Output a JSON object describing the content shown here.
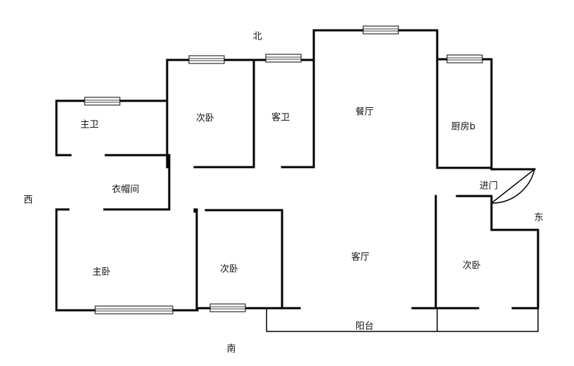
{
  "compass": {
    "north": "北",
    "south": "南",
    "west": "西",
    "east": "东"
  },
  "rooms": {
    "master_bath": "主卫",
    "bedroom_north": "次卧",
    "guest_bath": "客卫",
    "dining": "餐厅",
    "kitchen": "厨房b",
    "entrance": "进门",
    "cloakroom": "衣帽间",
    "master_bedroom": "主卧",
    "bedroom_south": "次卧",
    "living": "客厅",
    "bedroom_east": "次卧",
    "balcony": "阳台"
  }
}
